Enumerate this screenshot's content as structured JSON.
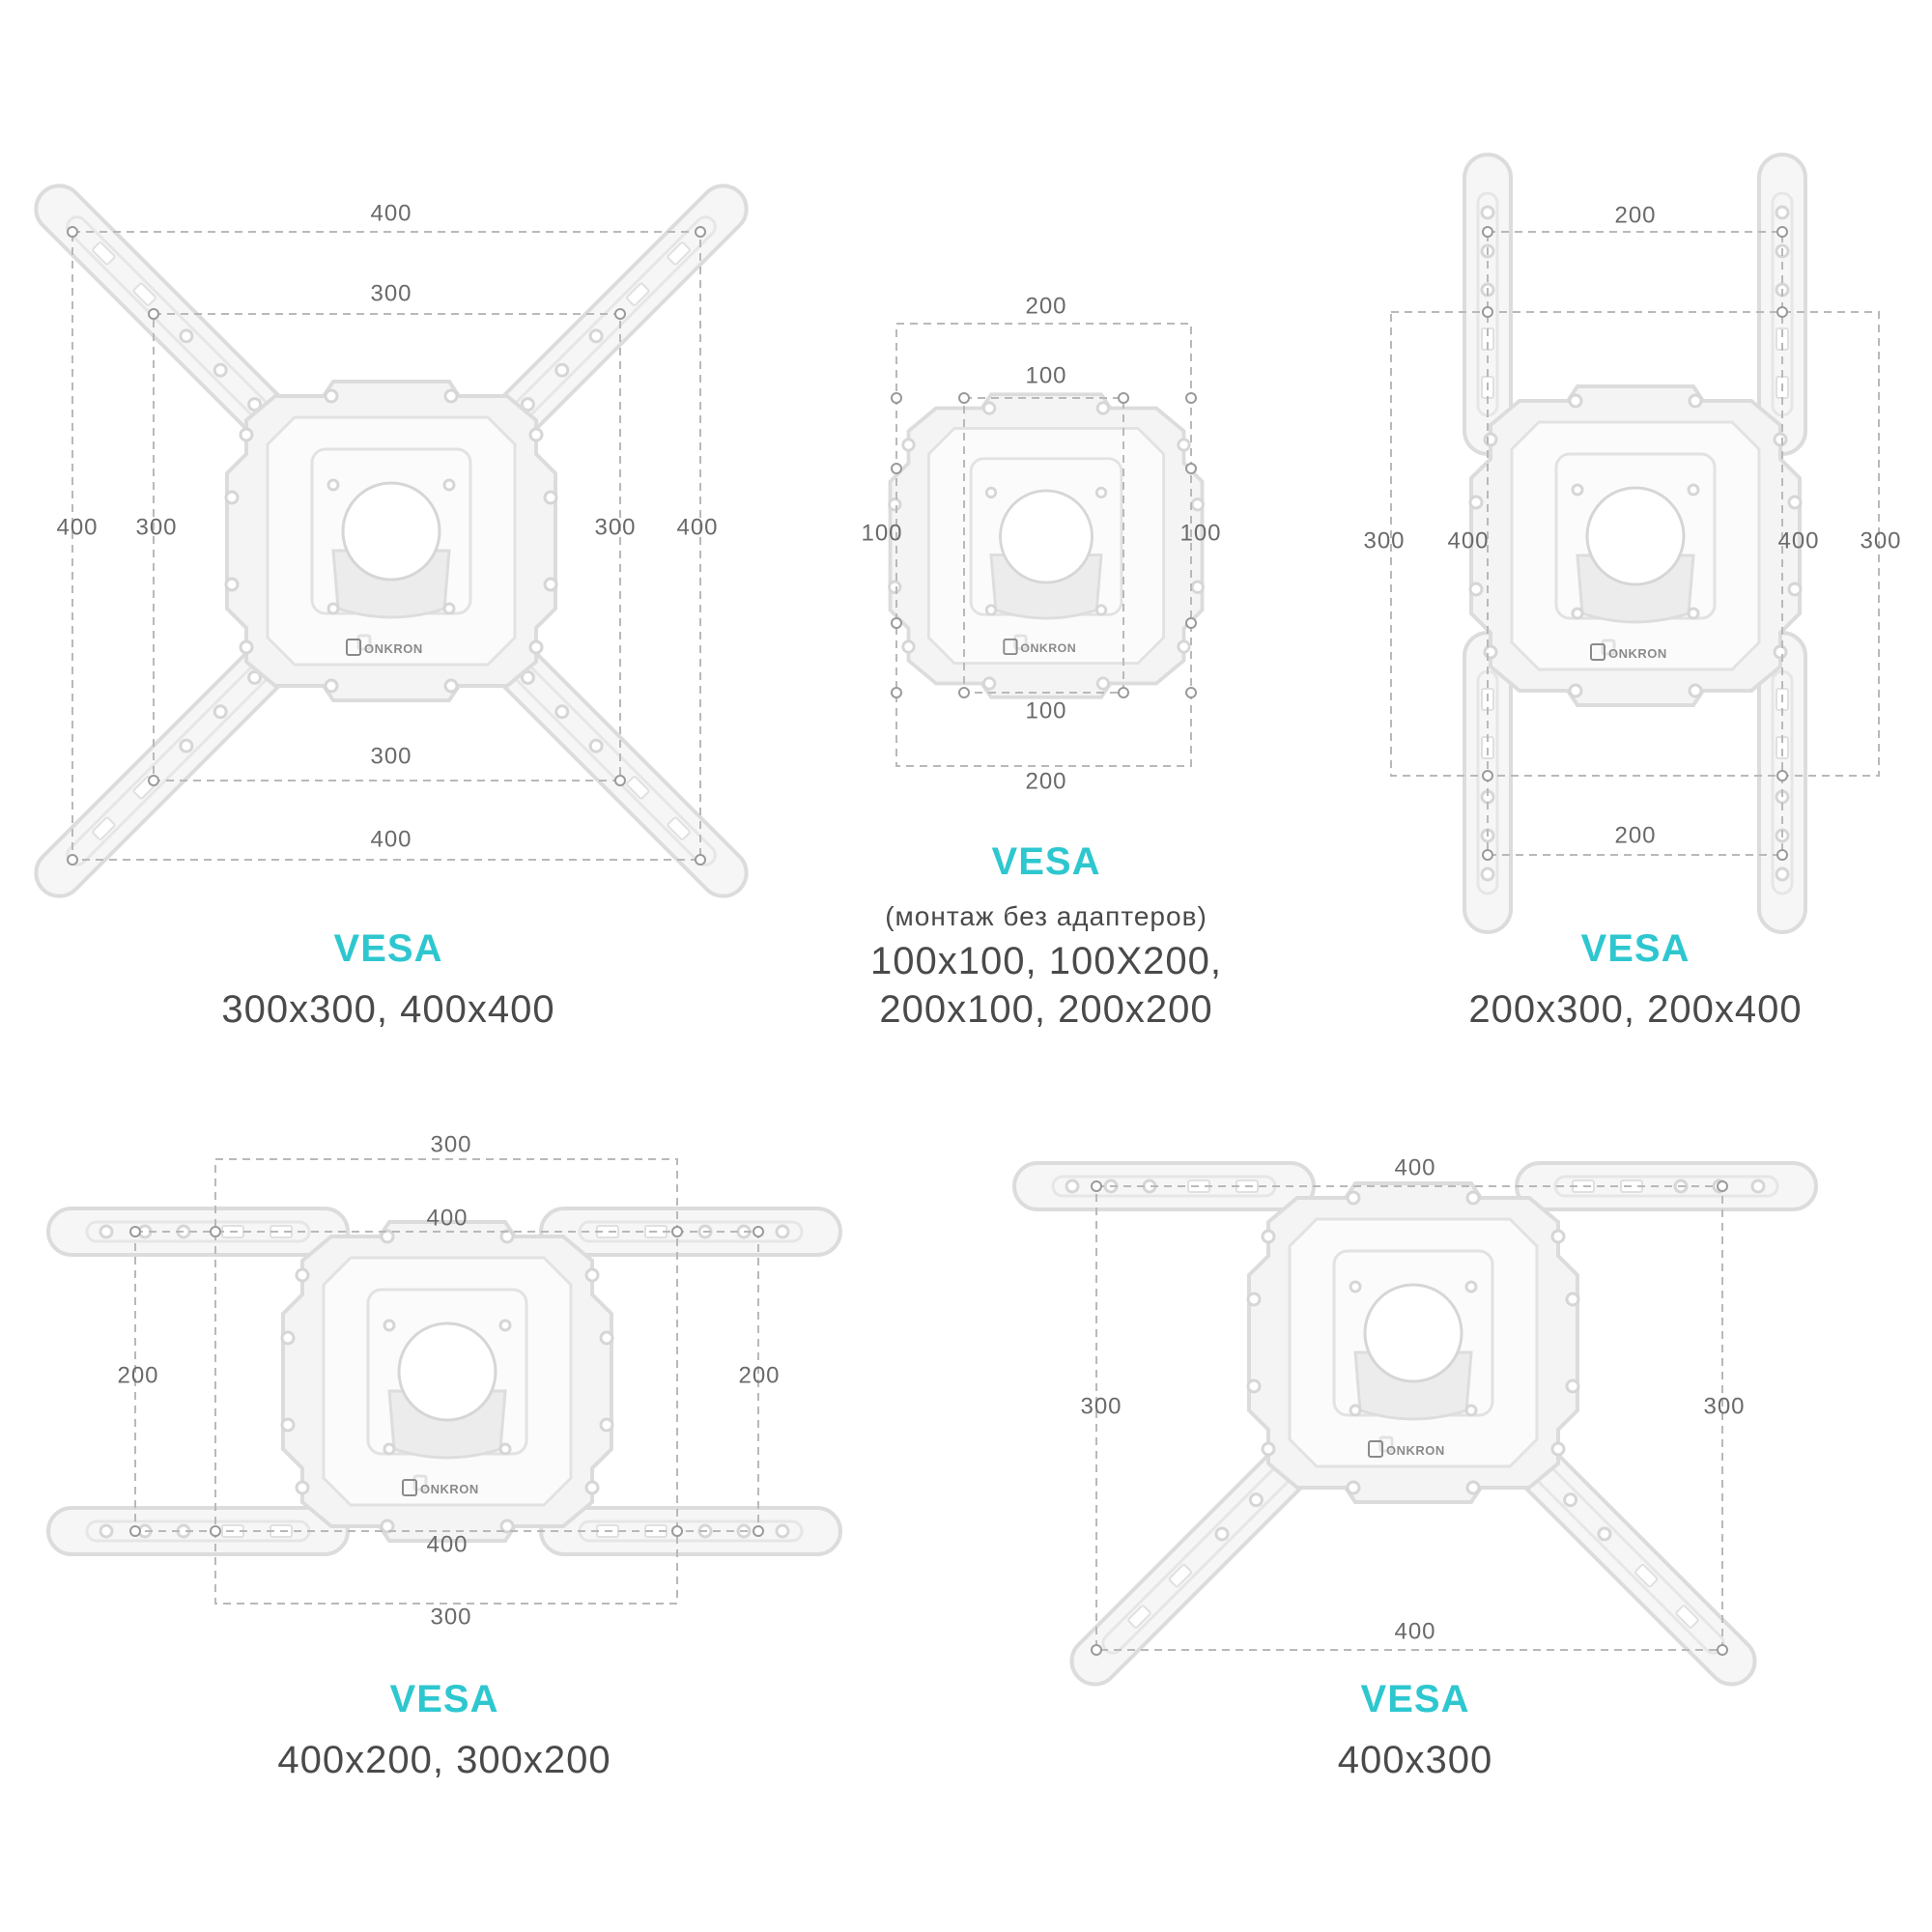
{
  "brand": "ONKRON",
  "colors": {
    "accent": "#2ec7cf",
    "text": "#4a4a4a",
    "dimension": "#6a6a6a",
    "plate": "#f4f4f4"
  },
  "icons": {
    "logo": "onkron-logo-icon"
  },
  "panels": [
    {
      "id": "p1",
      "dims": {
        "top_outer": "400",
        "top_inner": "300",
        "bottom_inner": "300",
        "bottom_outer": "400",
        "left_outer": "400",
        "left_inner": "300",
        "right_inner": "300",
        "right_outer": "400"
      },
      "title": "VESA",
      "sizes": "300x300, 400x400"
    },
    {
      "id": "p2",
      "dims": {
        "top_outer": "200",
        "top_inner": "100",
        "bottom_inner": "100",
        "bottom_outer": "200",
        "left": "100",
        "right": "100"
      },
      "title": "VESA",
      "note": "(монтаж без адаптеров)",
      "sizes_line1": "100x100, 100X200,",
      "sizes_line2": "200x100, 200x200"
    },
    {
      "id": "p3",
      "dims": {
        "top": "200",
        "bottom": "200",
        "left_outer": "300",
        "left_inner": "400",
        "right_inner": "400",
        "right_outer": "300"
      },
      "title": "VESA",
      "sizes": "200x300, 200x400"
    },
    {
      "id": "p4",
      "dims": {
        "top_outer": "300",
        "top_inner": "400",
        "bottom_inner": "400",
        "bottom_outer": "300",
        "left": "200",
        "right": "200"
      },
      "title": "VESA",
      "sizes": "400x200, 300x200"
    },
    {
      "id": "p5",
      "dims": {
        "top": "400",
        "bottom": "400",
        "left": "300",
        "right": "300"
      },
      "title": "VESA",
      "sizes": "400x300"
    }
  ]
}
